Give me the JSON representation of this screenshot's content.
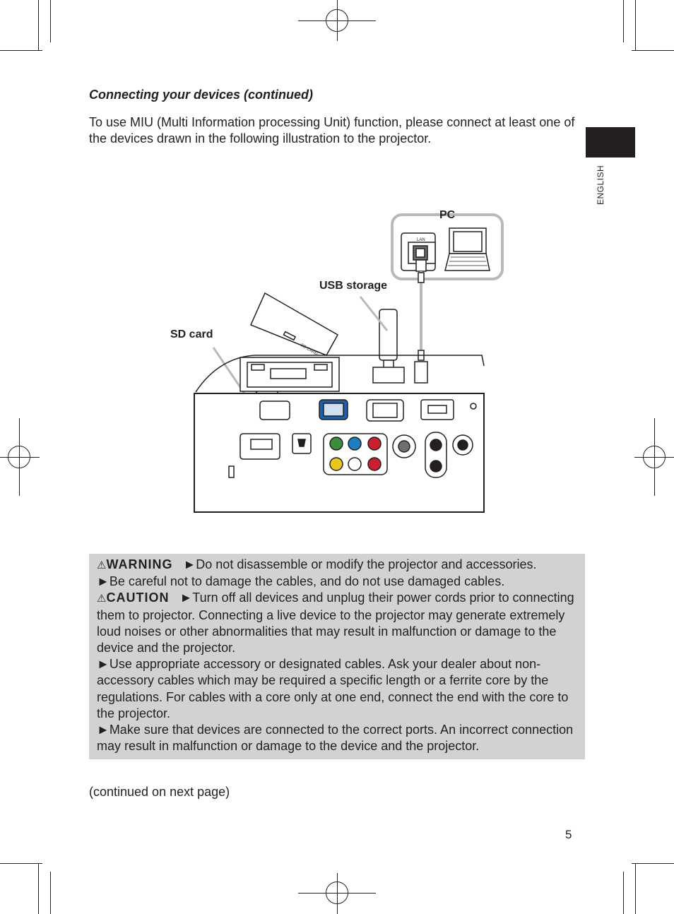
{
  "page": {
    "heading": "Connecting your devices (continued)",
    "intro": "To use MIU (Multi Information processing Unit) function, please connect at least one of the devices drawn in the following illustration to the projector.",
    "language_tab": "ENGLISH",
    "page_number": "5",
    "continued": "(continued on next page)"
  },
  "figure": {
    "labels": {
      "pc": "PC",
      "usb_storage": "USB storage",
      "sd_card": "SD card",
      "lan_port": "LAN",
      "sd_slot": "SD CARD"
    }
  },
  "warning_box": {
    "warning_keyword": "WARNING",
    "warning_text": "►Do not disassemble or modify the projector and accessories.",
    "warning_text_2": "►Be careful not to damage the cables, and do not use damaged cables.",
    "caution_keyword": "CAUTION",
    "caution_text": "►Turn off all devices and unplug their power cords prior to connecting them to projector. Connecting a live device to the projector may generate extremely loud noises or other abnormalities that may result in malfunction or damage to the device and the projector.",
    "caution_text_2": "►Use appropriate accessory or designated cables. Ask your dealer about non-accessory cables which may be required a specific length or a ferrite core by the regulations. For cables with a core only at one end, connect the end with the core to the projector.",
    "caution_text_3": "►Make sure that devices are connected to the correct ports. An incorrect connection may result in malfunction or damage to the device and the projector."
  }
}
